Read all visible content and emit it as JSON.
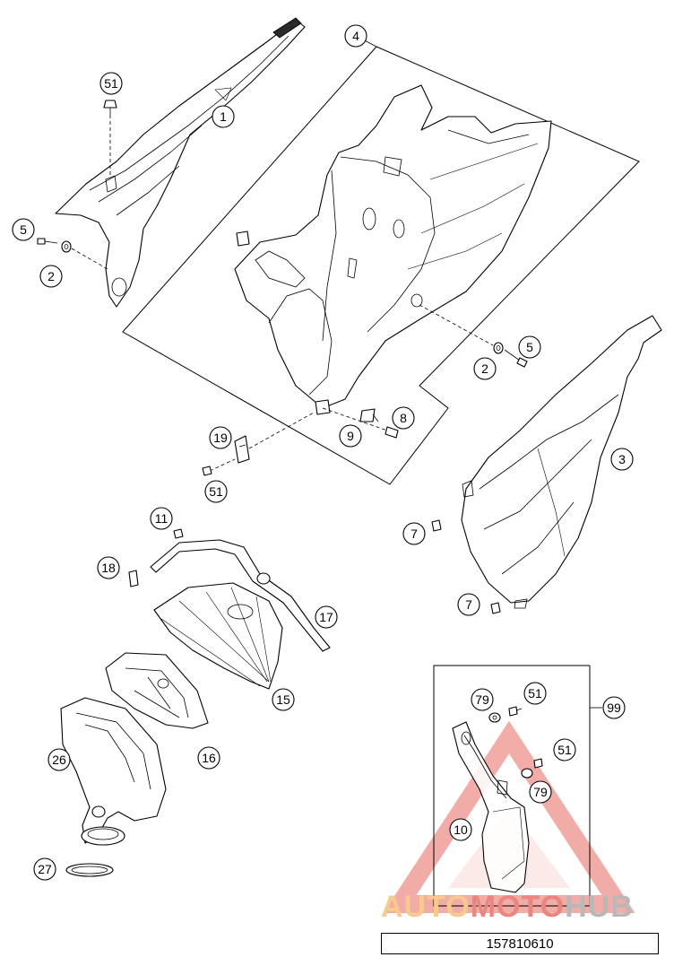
{
  "diagram": {
    "callouts": [
      {
        "id": "c-51-top",
        "label": "51"
      },
      {
        "id": "c-1",
        "label": "1"
      },
      {
        "id": "c-5-left",
        "label": "5"
      },
      {
        "id": "c-2-left",
        "label": "2"
      },
      {
        "id": "c-4",
        "label": "4"
      },
      {
        "id": "c-5-right",
        "label": "5"
      },
      {
        "id": "c-2-right",
        "label": "2"
      },
      {
        "id": "c-8",
        "label": "8"
      },
      {
        "id": "c-9",
        "label": "9"
      },
      {
        "id": "c-19",
        "label": "19"
      },
      {
        "id": "c-51-mid",
        "label": "51"
      },
      {
        "id": "c-3",
        "label": "3"
      },
      {
        "id": "c-7-upper",
        "label": "7"
      },
      {
        "id": "c-7-lower",
        "label": "7"
      },
      {
        "id": "c-11",
        "label": "11"
      },
      {
        "id": "c-18",
        "label": "18"
      },
      {
        "id": "c-17",
        "label": "17"
      },
      {
        "id": "c-15",
        "label": "15"
      },
      {
        "id": "c-16",
        "label": "16"
      },
      {
        "id": "c-26",
        "label": "26"
      },
      {
        "id": "c-27",
        "label": "27"
      },
      {
        "id": "c-99",
        "label": "99"
      },
      {
        "id": "c-79-top",
        "label": "79"
      },
      {
        "id": "c-51-kit-top",
        "label": "51"
      },
      {
        "id": "c-51-kit-mid",
        "label": "51"
      },
      {
        "id": "c-79-mid",
        "label": "79"
      },
      {
        "id": "c-10",
        "label": "10"
      }
    ],
    "drawing_code": "157810610",
    "watermark": {
      "part1": "AUTO",
      "part2": "MOTO",
      "part3": "HUB"
    }
  }
}
